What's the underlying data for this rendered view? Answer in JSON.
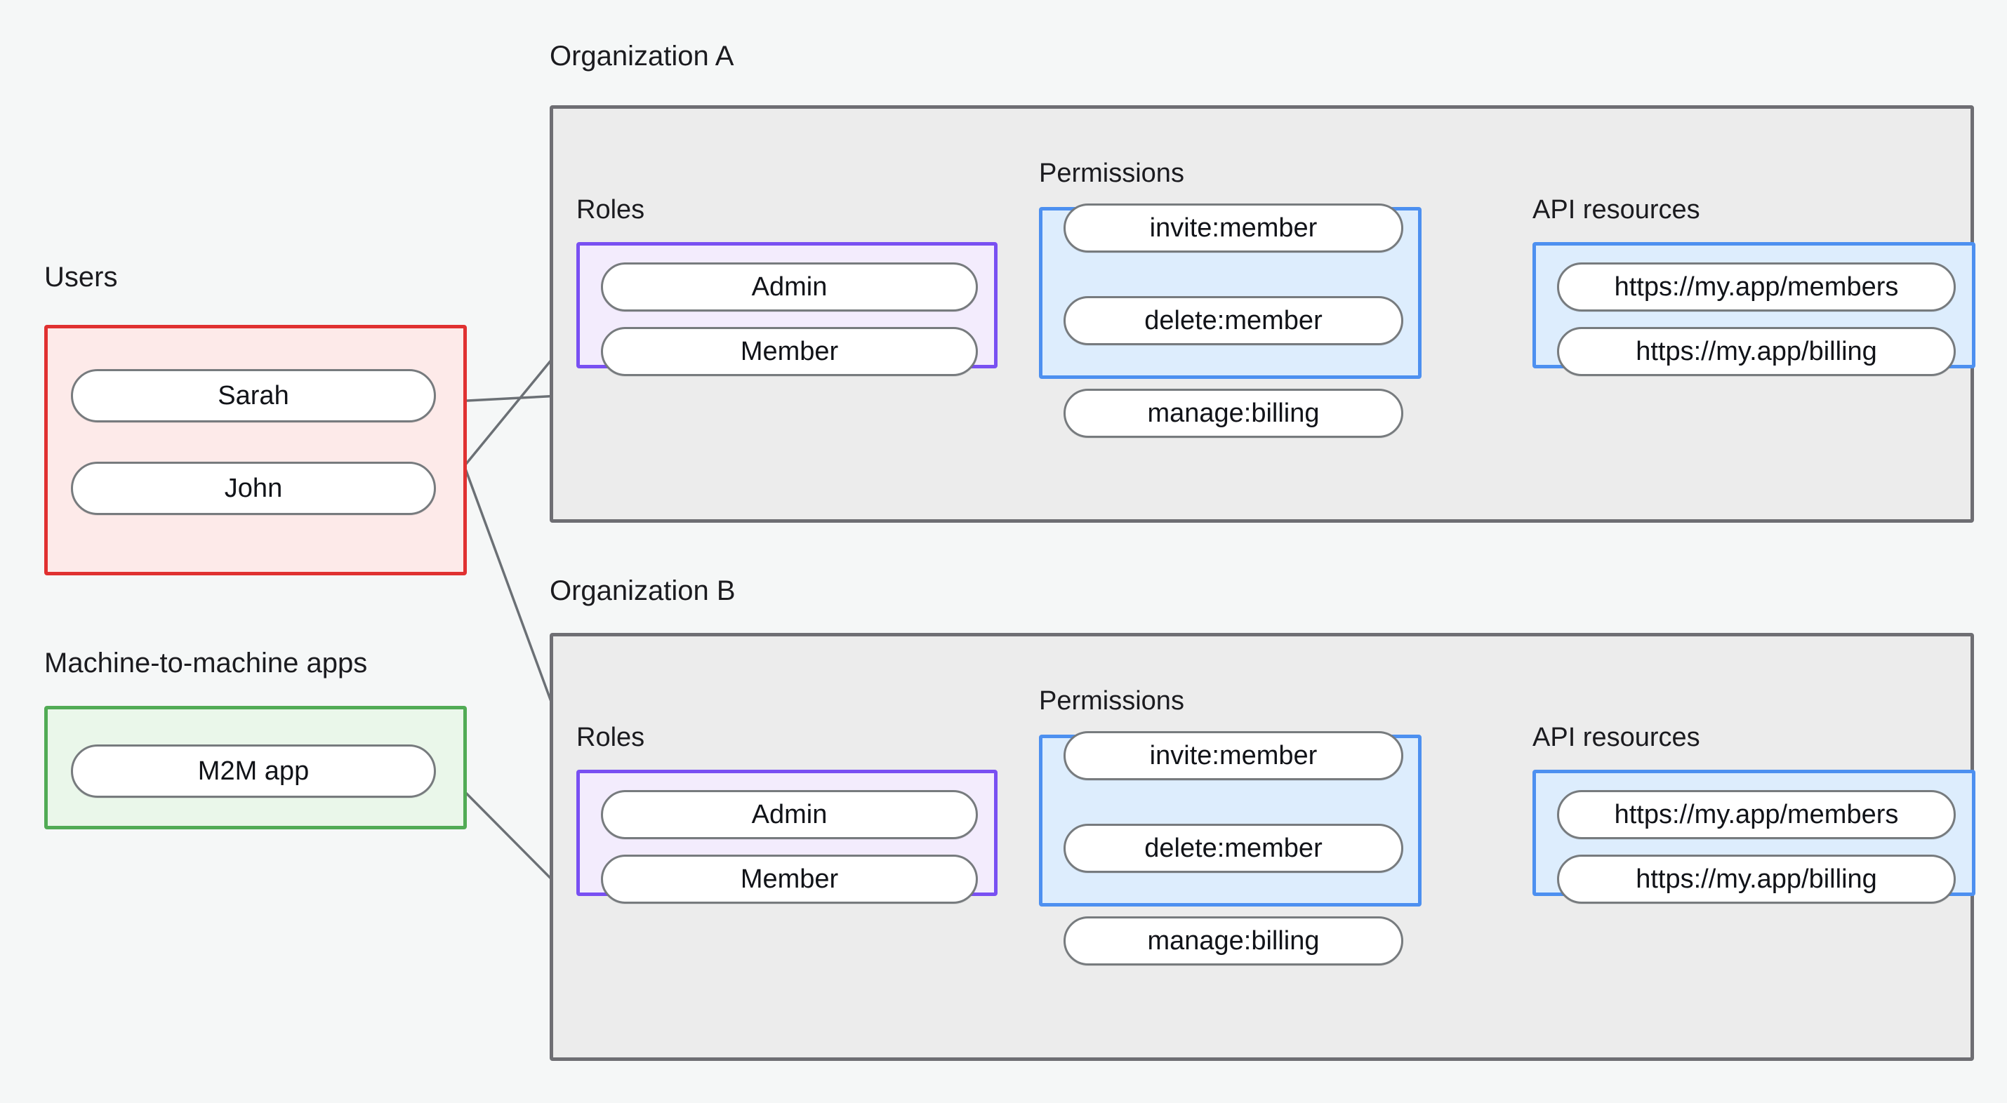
{
  "diagram": {
    "title": "Organizations, roles, permissions and API resources",
    "background_color": "#f5f7f7",
    "captions": {
      "users": "Users",
      "m2m": "Machine-to-machine apps",
      "org_a": "Organization A",
      "org_b": "Organization B",
      "roles": "Roles",
      "permissions": "Permissions",
      "api_resources": "API resources"
    },
    "colors": {
      "users_border": "#e03131",
      "users_fill": "#fdeae9",
      "m2m_border": "#51ab55",
      "m2m_fill": "#eaf7ea",
      "roles_border": "#7950f2",
      "roles_fill": "#f3ecfd",
      "permissions_border": "#4d90f0",
      "permissions_fill": "#ddedfd",
      "api_border": "#4d90f0",
      "api_fill": "#ddedfd",
      "org_border": "#6e6e73",
      "org_fill": "#ececec",
      "node_border": "#777b7e",
      "node_fill": "#ffffff",
      "edge": "#6b7075"
    },
    "users": [
      {
        "label": "Sarah"
      },
      {
        "label": "John"
      }
    ],
    "m2m_apps": [
      {
        "label": "M2M app"
      }
    ],
    "organizations": [
      {
        "name": "Organization A",
        "roles": [
          {
            "label": "Admin"
          },
          {
            "label": "Member"
          }
        ],
        "permissions": [
          {
            "label": "invite:member"
          },
          {
            "label": "delete:member"
          },
          {
            "label": "manage:billing"
          }
        ],
        "api_resources": [
          {
            "label": "https://my.app/members"
          },
          {
            "label": "https://my.app/billing"
          }
        ]
      },
      {
        "name": "Organization B",
        "roles": [
          {
            "label": "Admin"
          },
          {
            "label": "Member"
          }
        ],
        "permissions": [
          {
            "label": "invite:member"
          },
          {
            "label": "delete:member"
          },
          {
            "label": "manage:billing"
          }
        ],
        "api_resources": [
          {
            "label": "https://my.app/members"
          },
          {
            "label": "https://my.app/billing"
          }
        ]
      }
    ],
    "connections": [
      {
        "from": "Sarah",
        "to": "Organization A / Member"
      },
      {
        "from": "Sarah",
        "to": "Organization B / Admin"
      },
      {
        "from": "John",
        "to": "Organization A / Admin"
      },
      {
        "from": "M2M app",
        "to": "Organization B / Member"
      },
      {
        "from": "Organization A / Admin",
        "to": "Organization A / invite:member"
      },
      {
        "from": "Organization A / Admin",
        "to": "Organization A / delete:member"
      },
      {
        "from": "Organization A / Member",
        "to": "Organization A / manage:billing"
      },
      {
        "from": "Organization A / invite:member",
        "to": "Organization A / https://my.app/members"
      },
      {
        "from": "Organization A / delete:member",
        "to": "Organization A / https://my.app/members"
      },
      {
        "from": "Organization A / manage:billing",
        "to": "Organization A / https://my.app/billing"
      },
      {
        "from": "Organization B / Admin",
        "to": "Organization B / invite:member"
      },
      {
        "from": "Organization B / Admin",
        "to": "Organization B / delete:member"
      },
      {
        "from": "Organization B / Member",
        "to": "Organization B / manage:billing"
      },
      {
        "from": "Organization B / invite:member",
        "to": "Organization B / https://my.app/members"
      },
      {
        "from": "Organization B / delete:member",
        "to": "Organization B / https://my.app/members"
      },
      {
        "from": "Organization B / manage:billing",
        "to": "Organization B / https://my.app/billing"
      }
    ]
  }
}
